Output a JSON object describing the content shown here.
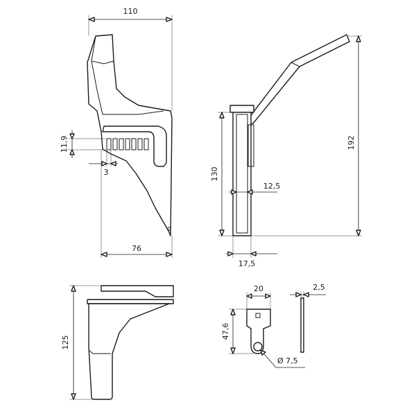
{
  "dimensions": {
    "side_width_top": "110",
    "side_slot_height": "11,9",
    "side_slot_pitch": "3",
    "side_width_bottom": "76",
    "front_height_total": "192",
    "front_height_channel": "130",
    "front_inner_width": "12,5",
    "front_outer_width": "17,5",
    "bottom_height": "125",
    "key_width": "20",
    "key_thickness": "2,5",
    "key_length": "47,6",
    "key_hole_diameter": "Ø 7,5"
  },
  "colors": {
    "line": "#1a1a1a",
    "background": "#ffffff"
  }
}
